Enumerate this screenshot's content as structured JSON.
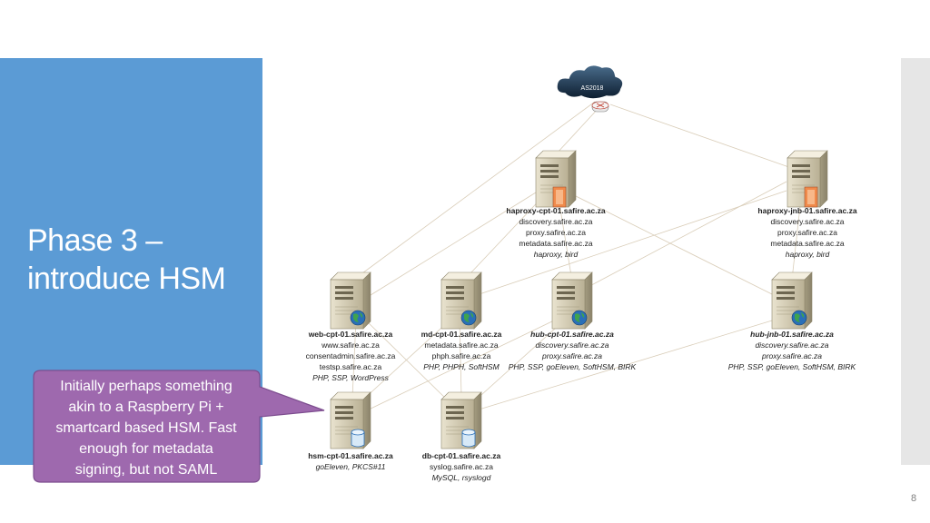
{
  "slide": {
    "title_lines": [
      "Phase 3 –",
      "introduce HSM"
    ],
    "page_number": "8",
    "colors": {
      "panel": "#5b9bd5",
      "callout": "#9e69ae",
      "callout_border": "#7d4d8f"
    }
  },
  "callout": {
    "lines": [
      "Initially perhaps something",
      "akin to a Raspberry Pi +",
      "smartcard based HSM. Fast",
      "enough for metadata",
      "signing, but not SAML"
    ]
  },
  "cloud": {
    "label": "AS2018",
    "icon": "cloud-router-icon"
  },
  "servers": {
    "haproxy_cpt": {
      "icon": "server-proxy-icon",
      "lines": [
        "haproxy-cpt-01.safire.ac.za",
        "discovery.safire.ac.za",
        "proxy.safire.ac.za",
        "metadata.safire.ac.za",
        "haproxy, bird"
      ]
    },
    "haproxy_jnb": {
      "icon": "server-proxy-icon",
      "lines": [
        "haproxy-jnb-01.safire.ac.za",
        "discovery.safire.ac.za",
        "proxy.safire.ac.za",
        "metadata.safire.ac.za",
        "haproxy, bird"
      ]
    },
    "web_cpt": {
      "icon": "server-web-icon",
      "lines": [
        "web-cpt-01.safire.ac.za",
        "www.safire.ac.za",
        "consentadmin.safire.ac.za",
        "testsp.safire.ac.za",
        "PHP, SSP, WordPress"
      ]
    },
    "md_cpt": {
      "icon": "server-web-icon",
      "lines": [
        "md-cpt-01.safire.ac.za",
        "metadata.safire.ac.za",
        "phph.safire.ac.za",
        "PHP, PHPH, SoftHSM"
      ]
    },
    "hub_cpt": {
      "icon": "server-web-icon",
      "lines": [
        "hub-cpt-01.safire.ac.za",
        "discovery.safire.ac.za",
        "proxy.safire.ac.za",
        "PHP, SSP, goEleven, SoftHSM, BIRK"
      ]
    },
    "hub_jnb": {
      "icon": "server-web-icon",
      "lines": [
        "hub-jnb-01.safire.ac.za",
        "discovery.safire.ac.za",
        "proxy.safire.ac.za",
        "PHP, SSP, goEleven, SoftHSM, BIRK"
      ]
    },
    "hsm_cpt": {
      "icon": "server-database-icon",
      "lines": [
        "hsm-cpt-01.safire.ac.za",
        "goEleven, PKCS#11"
      ]
    },
    "db_cpt": {
      "icon": "server-database-icon",
      "lines": [
        "db-cpt-01.safire.ac.za",
        "syslog.safire.ac.za",
        "MySQL, rsyslogd"
      ]
    }
  }
}
